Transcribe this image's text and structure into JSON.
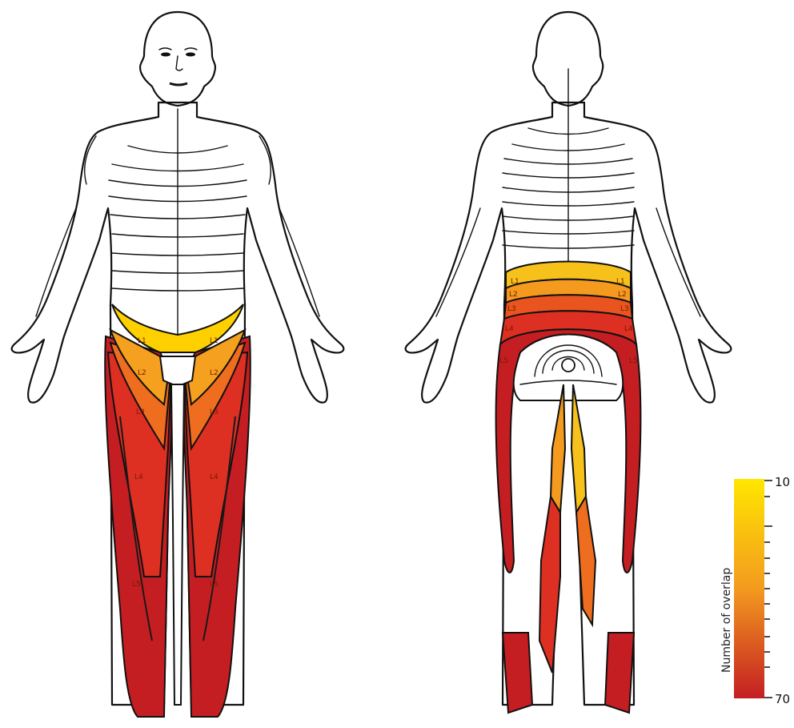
{
  "colors": {
    "c10": "#ffe600",
    "c20": "#f9c21a",
    "c30": "#f5a01e",
    "c40": "#f17a1f",
    "c50": "#e9541f",
    "c60": "#dd2f22",
    "c70": "#c41e22"
  },
  "front": {
    "labels_left": [
      "L1",
      "L2",
      "L3",
      "L4",
      "L5"
    ],
    "labels_right": [
      "L1",
      "L2",
      "L3",
      "L4",
      "L5"
    ]
  },
  "back": {
    "labels_left": [
      "L1",
      "L2",
      "L3",
      "L4",
      "L5"
    ],
    "labels_right": [
      "L1",
      "L2",
      "L3",
      "L4",
      "L5"
    ]
  },
  "scale": {
    "title": "Number of overlap",
    "min_label": "10",
    "max_label": "70",
    "top_color": "#ffe600",
    "mid_color": "#f39a1f",
    "bottom_color": "#c41e22"
  }
}
